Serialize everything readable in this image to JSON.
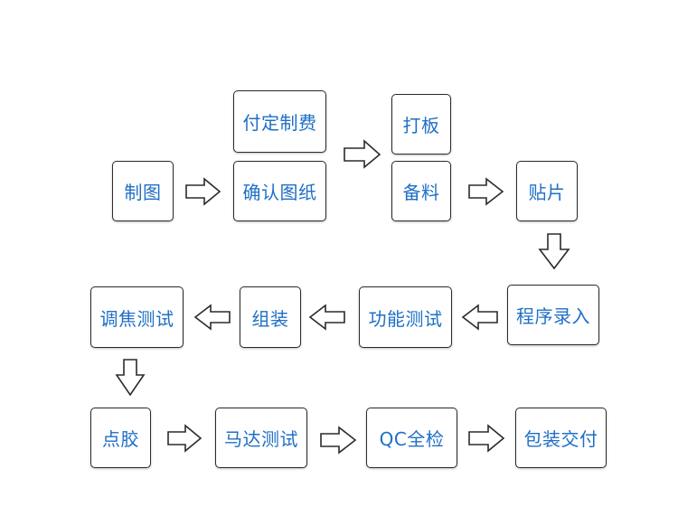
{
  "steps": {
    "drawing": "制图",
    "deposit": "付定制费",
    "confirm": "确认图纸",
    "proof": "打板",
    "materials": "备料",
    "smt": "贴片",
    "programming": "程序录入",
    "function_test": "功能测试",
    "assembly": "组装",
    "focus_test": "调焦测试",
    "glue": "点胶",
    "motor_test": "马达测试",
    "qc": "QC全检",
    "packaging": "包装交付"
  }
}
